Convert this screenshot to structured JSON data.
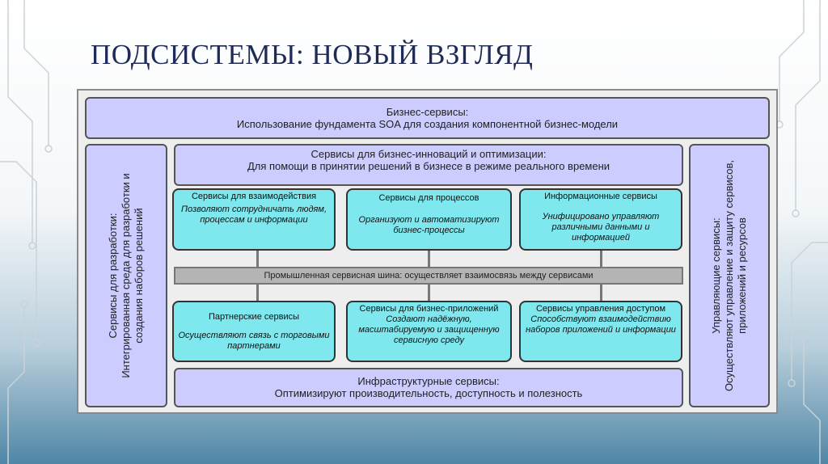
{
  "title": "ПОДСИСТЕМЫ: НОВЫЙ ВЗГЛЯД",
  "top_box": {
    "heading": "Бизнес-сервисы:",
    "text": "Использование фундамента SOA для создания компонентной бизнес-модели"
  },
  "left_box": {
    "heading": "Сервисы для разработки:",
    "text": "Интегрированная среда для разработки и создания наборов решений"
  },
  "right_box": {
    "heading": "Управляющие сервисы:",
    "text": "Осуществляют управление и защиту сервисов, приложений и ресурсов"
  },
  "innovation_box": {
    "heading": "Сервисы для бизнес-инноваций и оптимизации:",
    "text": "Для помощи в принятии решений в бизнесе в режиме реального времени"
  },
  "row1": [
    {
      "heading": "Сервисы для взаимодействия",
      "text": "Позволяют сотрудничать людям, процессам и информации"
    },
    {
      "heading": "Сервисы для процессов",
      "text": "Организуют и автоматизируют бизнес-процессы"
    },
    {
      "heading": "Информационные сервисы",
      "text": "Унифицировано управляют различными данными и информацией"
    }
  ],
  "bus": "Промышленная сервисная шина: осуществляет взаимосвязь между сервисами",
  "row2": [
    {
      "heading": "Партнерские сервисы",
      "text": "Осуществляют связь с торговыми партнерами"
    },
    {
      "heading": "Сервисы для бизнес-приложений",
      "text": "Создают надёжную, масштабируемую и защищенную сервисную среду"
    },
    {
      "heading": "Сервисы управления доступом",
      "text": "Способствуют взаимодействию наборов приложений и информации"
    }
  ],
  "infra_box": {
    "heading": "Инфраструктурные сервисы:",
    "text": "Оптимизируют производительность, доступность и полезность"
  }
}
